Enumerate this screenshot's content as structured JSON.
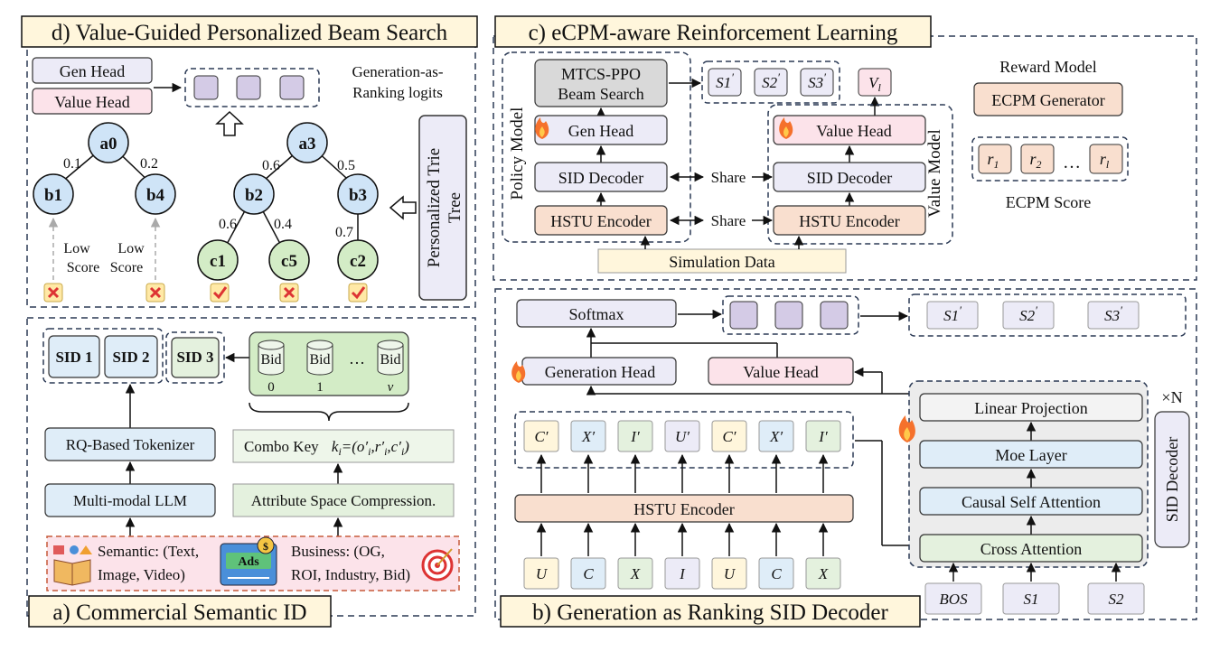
{
  "panels": {
    "d": {
      "title": "d) Value-Guided Personalized Beam Search",
      "gen_head": "Gen Head",
      "value_head": "Value Head",
      "logits_label_1": "Generation-as-",
      "logits_label_2": "Ranking logits",
      "trie_label_1": "Personalized Trie",
      "trie_label_2": "Tree",
      "low_score_1a": "Low",
      "low_score_1b": "Score",
      "low_score_2a": "Low",
      "low_score_2b": "Score",
      "nodes": {
        "a0": "a0",
        "b1": "b1",
        "b4": "b4",
        "a3": "a3",
        "b2": "b2",
        "b3": "b3",
        "c1": "c1",
        "c5": "c5",
        "c2": "c2"
      },
      "edges": {
        "a0_b1": "0.1",
        "a0_b4": "0.2",
        "a3_b2": "0.6",
        "a3_b3": "0.5",
        "b2_c1": "0.6",
        "b2_c5": "0.4",
        "b3_c2": "0.7"
      }
    },
    "c": {
      "title": "c) eCPM-aware Reinforcement Learning",
      "mtcs_1": "MTCS-PPO",
      "mtcs_2": "Beam Search",
      "s1": "S1",
      "s2": "S2",
      "s3": "S3",
      "prime": "′",
      "v_main": "V",
      "v_sub": "l",
      "gen_head": "Gen Head",
      "sid_decoder_left": "SID Decoder",
      "hstu_left": "HSTU Encoder",
      "policy_model": "Policy Model",
      "value_head": "Value Head",
      "sid_decoder_right": "SID Decoder",
      "hstu_right": "HSTU Encoder",
      "value_model": "Value Model",
      "share_1": "Share",
      "share_2": "Share",
      "simulation": "Simulation Data",
      "reward_model": "Reward Model",
      "ecpm_generator": "ECPM Generator",
      "r_main": "r",
      "r1_sub": "1",
      "r2_sub": "2",
      "rl_sub": "l",
      "dots": "…",
      "ecpm_score": "ECPM Score"
    },
    "a": {
      "title": "a) Commercial Semantic ID",
      "sid1": "SID 1",
      "sid2": "SID 2",
      "sid3": "SID 3",
      "bid": "Bid",
      "bid_idx_0": "0",
      "bid_idx_1": "1",
      "bid_idx_v": "v",
      "bid_dots": "…",
      "rq_tokenizer": "RQ-Based Tokenizer",
      "combo_key": "Combo Key",
      "combo_formula": "k",
      "combo_sub": "i",
      "combo_eq": "=(o′",
      "combo_rest": ",r′",
      "combo_tail": ",c′",
      "combo_end": ")",
      "llm": "Multi-modal LLM",
      "compression": "Attribute Space Compression.",
      "semantic_1": "Semantic: (Text,",
      "semantic_2": "Image, Video)",
      "business_1": "Business: (OG,",
      "business_2": "ROI, Industry, Bid)",
      "ads": "Ads",
      "dollar": "$"
    },
    "b": {
      "title": "b) Generation as Ranking SID Decoder",
      "softmax": "Softmax",
      "gen_head": "Generation Head",
      "value_head": "Value Head",
      "s1": "S1",
      "s2": "S2",
      "s3": "S3",
      "tokens_top": [
        "C′",
        "X′",
        "I′",
        "U′",
        "C′",
        "X′",
        "I′"
      ],
      "hstu": "HSTU Encoder",
      "tokens_bottom": [
        "U",
        "C",
        "X",
        "I",
        "U",
        "C",
        "X"
      ],
      "linear": "Linear Projection",
      "moe": "Moe Layer",
      "causal": "Causal Self Attention",
      "cross": "Cross Attention",
      "times_n": "×N",
      "sid_decoder": "SID Decoder",
      "bos": "BOS",
      "q_s1": "S1",
      "q_s2": "S2"
    }
  },
  "colors": {
    "lavender": "#ecebf7",
    "pink": "#fce3ea",
    "purple_sq": "#d4cbe6",
    "blue_node": "#cfe4f7",
    "green_node": "#d3ecc6",
    "peach": "#f9dfcf",
    "gray_box": "#d9d9d9",
    "pale_yellow": "#fff6dc",
    "blue_box": "#dfedf8",
    "green_box": "#e4f1de",
    "pale_green": "#eef6ea",
    "dashed": "#2b3a55"
  }
}
